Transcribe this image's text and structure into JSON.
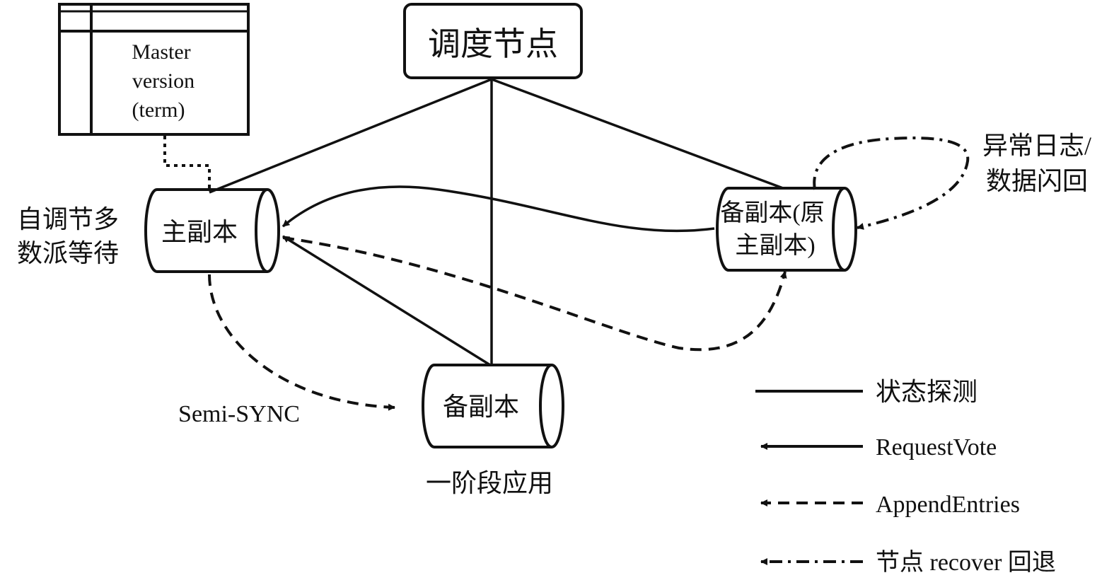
{
  "nodes": {
    "scheduler": {
      "label": "调度节点"
    },
    "primary": {
      "label": "主副本",
      "side_label_lines": [
        "自调节多",
        "数派等待"
      ]
    },
    "backup_former": {
      "label_lines": [
        "备副本(原",
        "主副本)"
      ],
      "loop_label_lines": [
        "异常日志/",
        "数据闪回"
      ]
    },
    "backup": {
      "label": "备副本",
      "bottom_label": "一阶段应用"
    }
  },
  "table": {
    "label_lines": [
      "Master",
      "version",
      "(term)"
    ]
  },
  "edge_labels": {
    "semi_sync": "Semi-SYNC"
  },
  "legend": [
    {
      "style": "solid-line",
      "label": "状态探测"
    },
    {
      "style": "solid-arrow",
      "label": "RequestVote"
    },
    {
      "style": "dashed-arrow",
      "label": "AppendEntries"
    },
    {
      "style": "dashdot-arrow",
      "label": "节点 recover 回退"
    }
  ],
  "colors": {
    "ink": "#111111",
    "background": "#ffffff"
  }
}
